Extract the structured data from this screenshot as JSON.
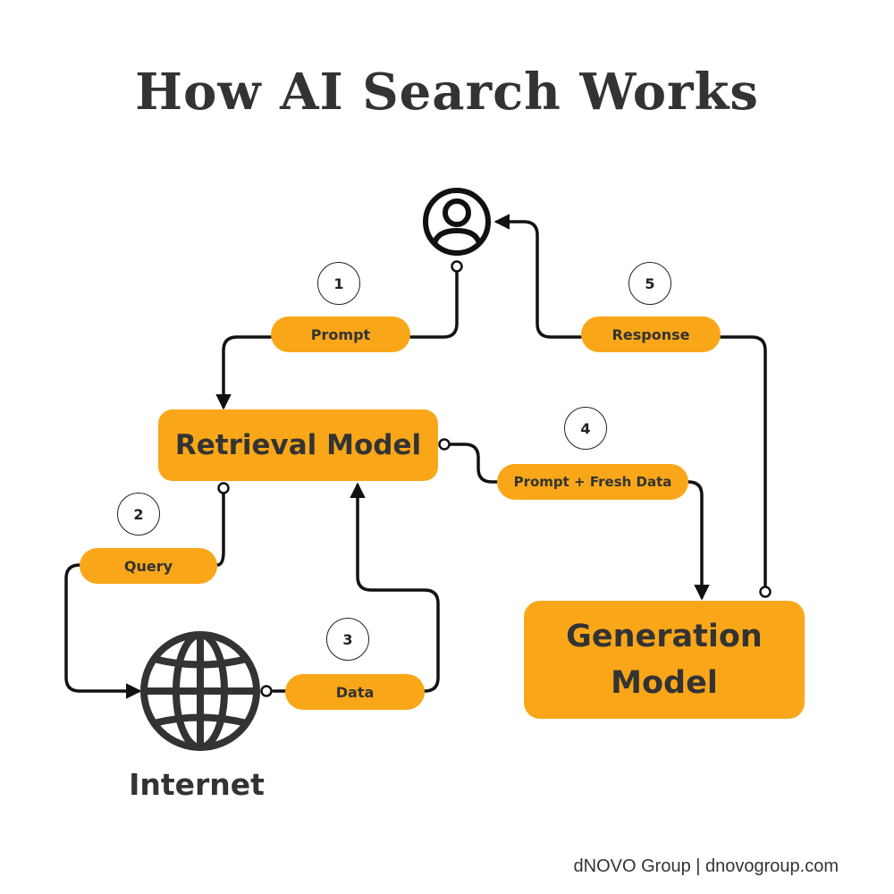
{
  "title": "How AI Search Works",
  "nodes": {
    "retrieval": "Retrieval Model",
    "generation_line1": "Generation",
    "generation_line2": "Model",
    "internet": "Internet"
  },
  "edges": {
    "prompt": "Prompt",
    "response": "Response",
    "query": "Query",
    "data": "Data",
    "prompt_fresh": "Prompt + Fresh Data"
  },
  "steps": [
    "1",
    "2",
    "3",
    "4",
    "5"
  ],
  "icons": {
    "user": "user-icon",
    "internet": "globe-icon"
  },
  "colors": {
    "accent": "#F9A719",
    "text": "#333333",
    "line": "#111111"
  },
  "footer": "dNOVO Group | dnovogroup.com"
}
